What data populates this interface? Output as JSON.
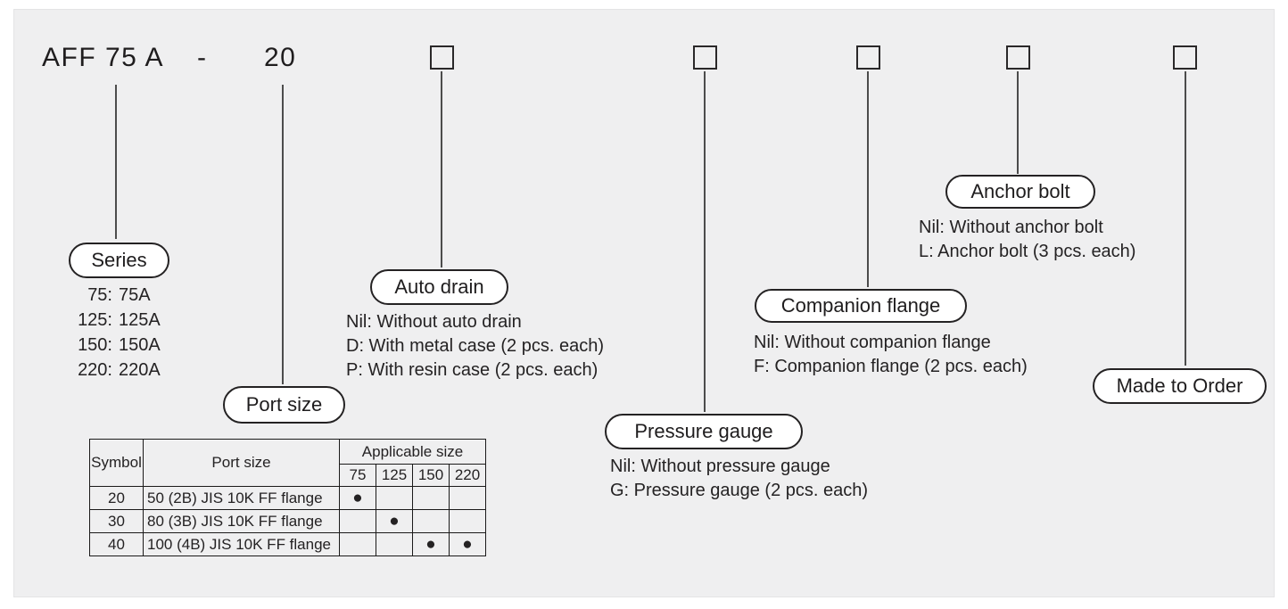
{
  "model_code": {
    "prefix": "AFF 75 A",
    "separator": "-",
    "port_code": "20"
  },
  "sections": {
    "series": {
      "label": "Series",
      "options": [
        {
          "code": "75:",
          "desc": "75A"
        },
        {
          "code": "125:",
          "desc": "125A"
        },
        {
          "code": "150:",
          "desc": "150A"
        },
        {
          "code": "220:",
          "desc": "220A"
        }
      ]
    },
    "port_size": {
      "label": "Port size"
    },
    "auto_drain": {
      "label": "Auto drain",
      "options": [
        "Nil: Without auto drain",
        "D: With metal case (2 pcs. each)",
        "P: With resin case (2 pcs. each)"
      ]
    },
    "pressure_gauge": {
      "label": "Pressure gauge",
      "options": [
        "Nil: Without pressure gauge",
        "G: Pressure gauge (2 pcs. each)"
      ]
    },
    "companion_flange": {
      "label": "Companion flange",
      "options": [
        "Nil: Without companion flange",
        "F: Companion flange (2 pcs. each)"
      ]
    },
    "anchor_bolt": {
      "label": "Anchor bolt",
      "options": [
        "Nil: Without anchor bolt",
        "L: Anchor bolt (3 pcs. each)"
      ]
    },
    "made_to_order": {
      "label": "Made to Order"
    }
  },
  "port_table": {
    "col_symbol": "Symbol",
    "col_port_size": "Port size",
    "col_applicable": "Applicable size",
    "sizes": [
      "75",
      "125",
      "150",
      "220"
    ],
    "rows": [
      {
        "symbol": "20",
        "port_size": "50 (2B) JIS 10K FF flange",
        "marks": [
          "●",
          "",
          "",
          ""
        ]
      },
      {
        "symbol": "30",
        "port_size": "80 (3B) JIS 10K FF flange",
        "marks": [
          "",
          "●",
          "",
          ""
        ]
      },
      {
        "symbol": "40",
        "port_size": "100 (4B) JIS 10K FF flange",
        "marks": [
          "",
          "",
          "●",
          "●"
        ]
      }
    ]
  }
}
